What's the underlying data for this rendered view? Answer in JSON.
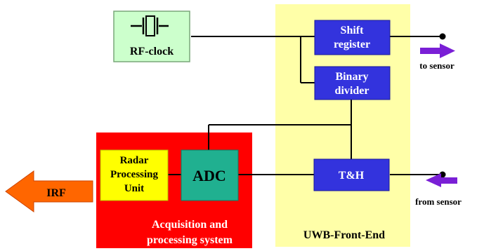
{
  "blocks": {
    "rf_clock": "RF-clock",
    "shift_register": [
      "Shift",
      "register"
    ],
    "binary_divider": [
      "Binary",
      "divider"
    ],
    "track_hold": "T&H",
    "adc": "ADC",
    "radar_processing": [
      "Radar",
      "Processing",
      "Unit"
    ],
    "irf": "IRF"
  },
  "regions": {
    "uwb_front_end": "UWB-Front-End",
    "acquisition_system": [
      "Acquisition and",
      "processing system"
    ]
  },
  "terminals": {
    "to_sensor": "to sensor",
    "from_sensor": "from sensor"
  },
  "colors": {
    "front_end_bg": "#ffffa8",
    "acquisition_bg": "#ff0000",
    "block_blue": "#3333dd",
    "adc_teal": "#20b090",
    "radar_yellow": "#ffff00",
    "rf_clock_bg": "#ccffcc",
    "irf_orange": "#ff6600",
    "arrow_purple": "#7a1fd6"
  }
}
